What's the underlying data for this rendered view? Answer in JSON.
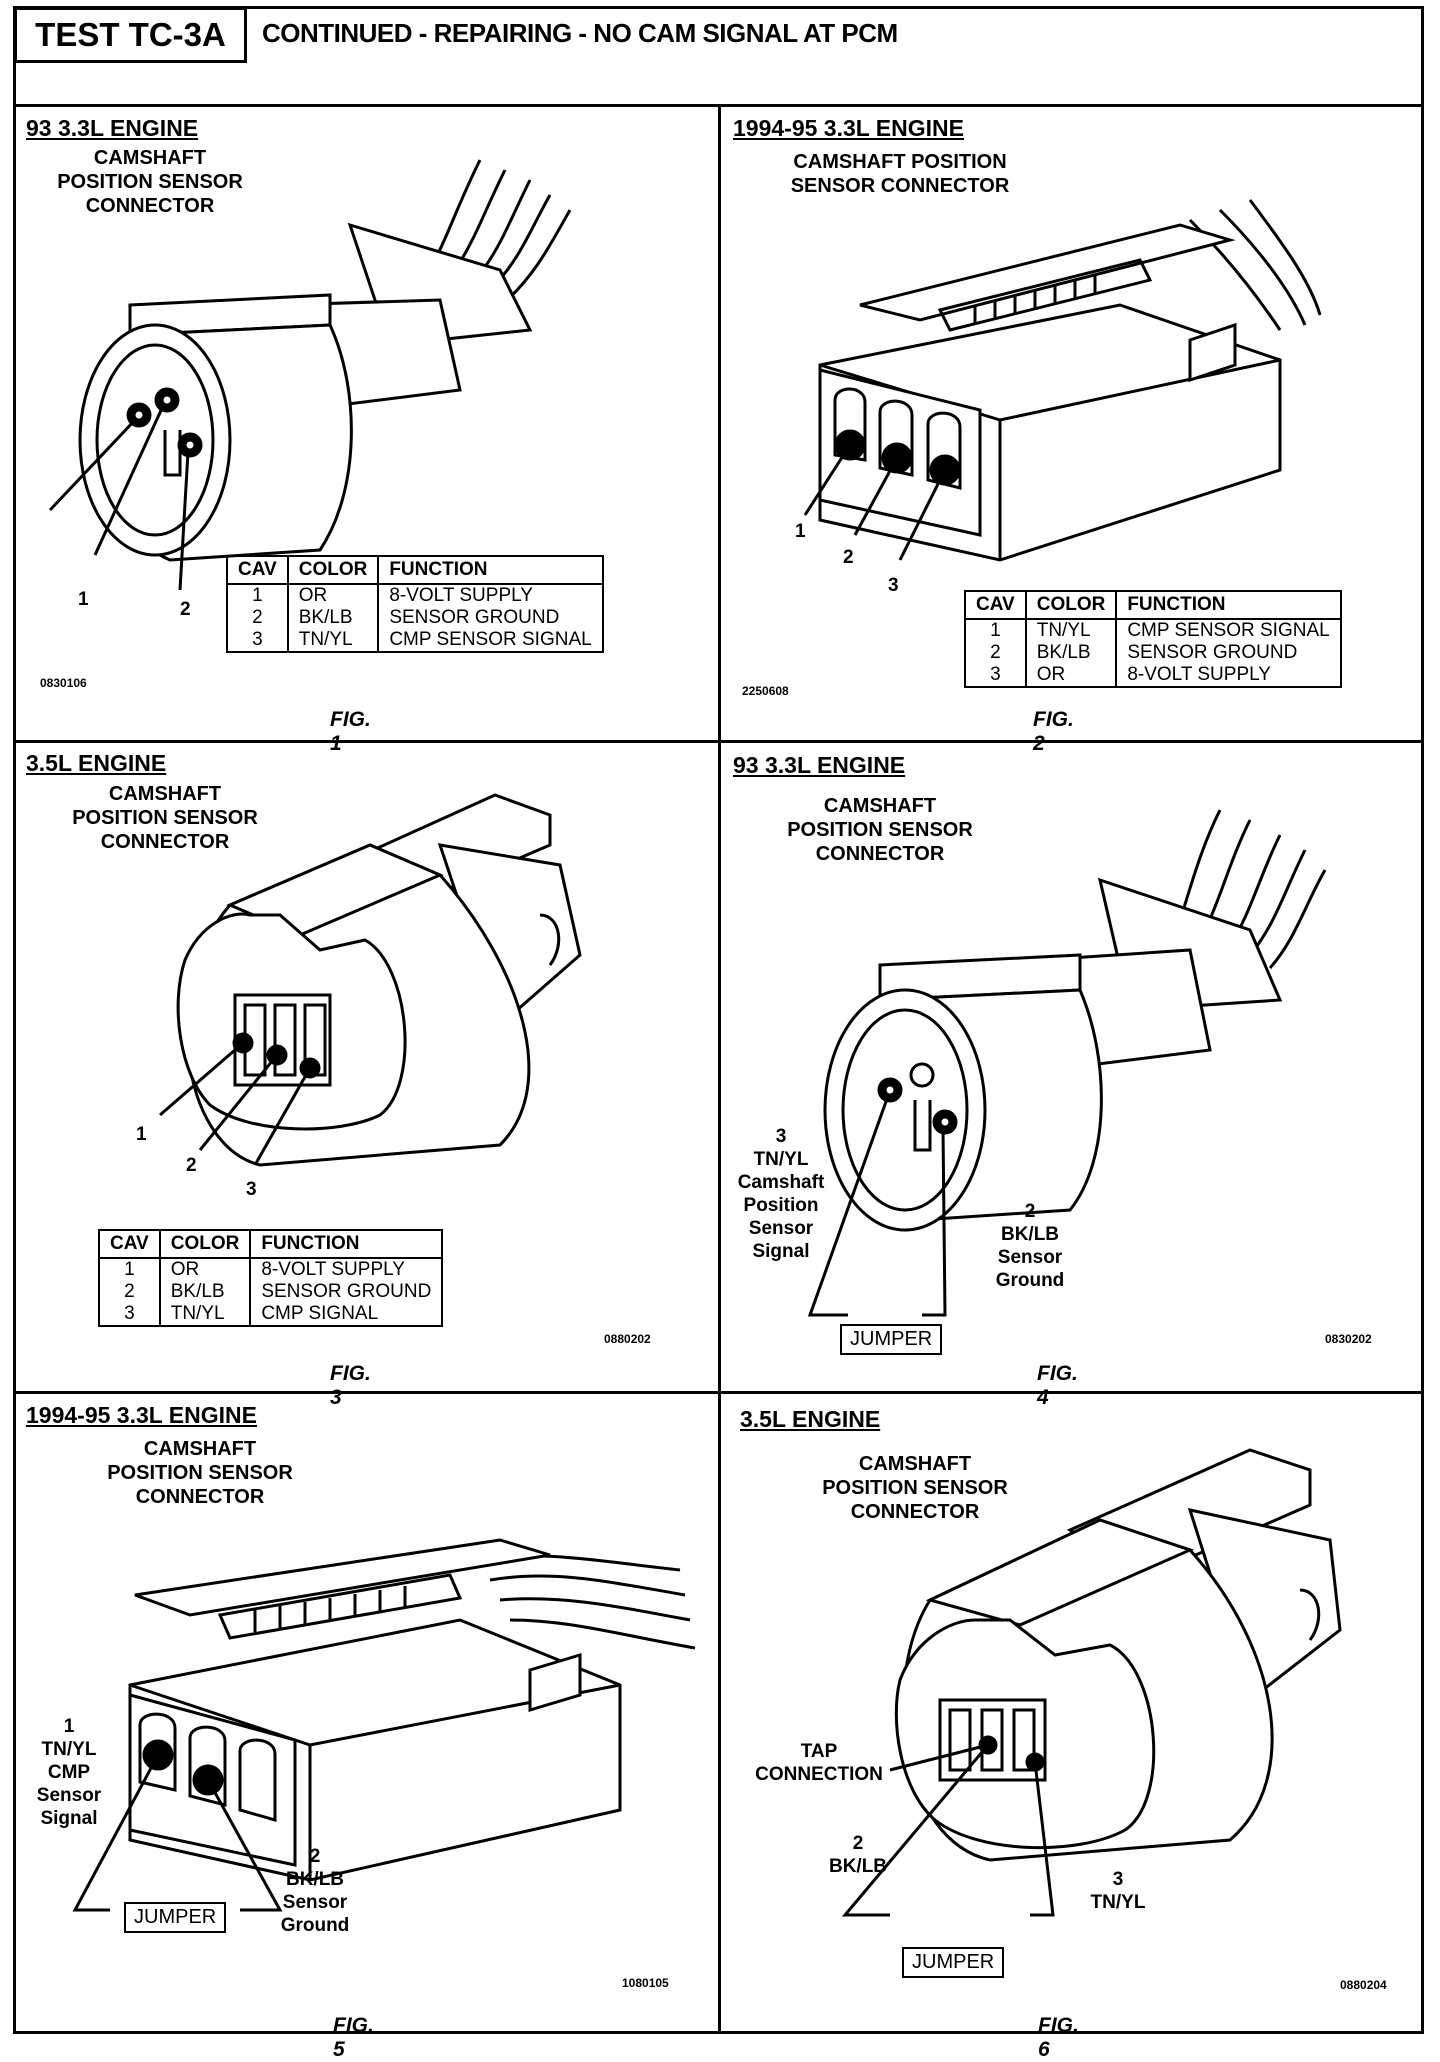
{
  "header": {
    "test_id": "TEST TC-3A",
    "title": "CONTINUED - REPAIRING - NO CAM SIGNAL AT PCM"
  },
  "fig1": {
    "title": "93 3.3L ENGINE",
    "subtitle": [
      "CAMSHAFT",
      "POSITION SENSOR",
      "CONNECTOR"
    ],
    "callouts": [
      "1",
      "2"
    ],
    "table_headers": [
      "CAV",
      "COLOR",
      "FUNCTION"
    ],
    "rows": [
      {
        "cav": "1",
        "color": "OR",
        "function": "8-VOLT SUPPLY"
      },
      {
        "cav": "2",
        "color": "BK/LB",
        "function": "SENSOR GROUND"
      },
      {
        "cav": "3",
        "color": "TN/YL",
        "function": "CMP SENSOR SIGNAL"
      }
    ],
    "code": "0830106",
    "caption": "FIG. 1"
  },
  "fig2": {
    "title": "1994-95 3.3L ENGINE",
    "subtitle": [
      "CAMSHAFT POSITION",
      "SENSOR CONNECTOR"
    ],
    "callouts": [
      "1",
      "2",
      "3"
    ],
    "table_headers": [
      "CAV",
      "COLOR",
      "FUNCTION"
    ],
    "rows": [
      {
        "cav": "1",
        "color": "TN/YL",
        "function": "CMP SENSOR SIGNAL"
      },
      {
        "cav": "2",
        "color": "BK/LB",
        "function": "SENSOR GROUND"
      },
      {
        "cav": "3",
        "color": "OR",
        "function": "8-VOLT SUPPLY"
      }
    ],
    "code": "2250608",
    "caption": "FIG. 2"
  },
  "fig3": {
    "title": "3.5L ENGINE",
    "subtitle": [
      "CAMSHAFT",
      "POSITION SENSOR",
      "CONNECTOR"
    ],
    "callouts": [
      "1",
      "2",
      "3"
    ],
    "table_headers": [
      "CAV",
      "COLOR",
      "FUNCTION"
    ],
    "rows": [
      {
        "cav": "1",
        "color": "OR",
        "function": "8-VOLT SUPPLY"
      },
      {
        "cav": "2",
        "color": "BK/LB",
        "function": "SENSOR GROUND"
      },
      {
        "cav": "3",
        "color": "TN/YL",
        "function": "CMP SIGNAL"
      }
    ],
    "code": "0880202",
    "caption": "FIG. 3"
  },
  "fig4": {
    "title": "93 3.3L ENGINE",
    "subtitle": [
      "CAMSHAFT",
      "POSITION SENSOR",
      "CONNECTOR"
    ],
    "left_label": [
      "3",
      "TN/YL",
      "Camshaft",
      "Position",
      "Sensor",
      "Signal"
    ],
    "right_label": [
      "2",
      "BK/LB",
      "Sensor",
      "Ground"
    ],
    "jumper": "JUMPER",
    "code": "0830202",
    "caption": "FIG. 4"
  },
  "fig5": {
    "title": "1994-95 3.3L ENGINE",
    "subtitle": [
      "CAMSHAFT",
      "POSITION SENSOR",
      "CONNECTOR"
    ],
    "left_label": [
      "1",
      "TN/YL",
      "CMP",
      "Sensor",
      "Signal"
    ],
    "right_label": [
      "2",
      "BK/LB",
      "Sensor",
      "Ground"
    ],
    "jumper": "JUMPER",
    "code": "1080105",
    "caption": "FIG. 5"
  },
  "fig6": {
    "title": "3.5L ENGINE",
    "subtitle": [
      "CAMSHAFT",
      "POSITION SENSOR",
      "CONNECTOR"
    ],
    "tap_label": [
      "TAP",
      "CONNECTION"
    ],
    "left_label": [
      "2",
      "BK/LB"
    ],
    "right_label": [
      "3",
      "TN/YL"
    ],
    "jumper": "JUMPER",
    "code": "0880204",
    "caption": "FIG. 6"
  }
}
